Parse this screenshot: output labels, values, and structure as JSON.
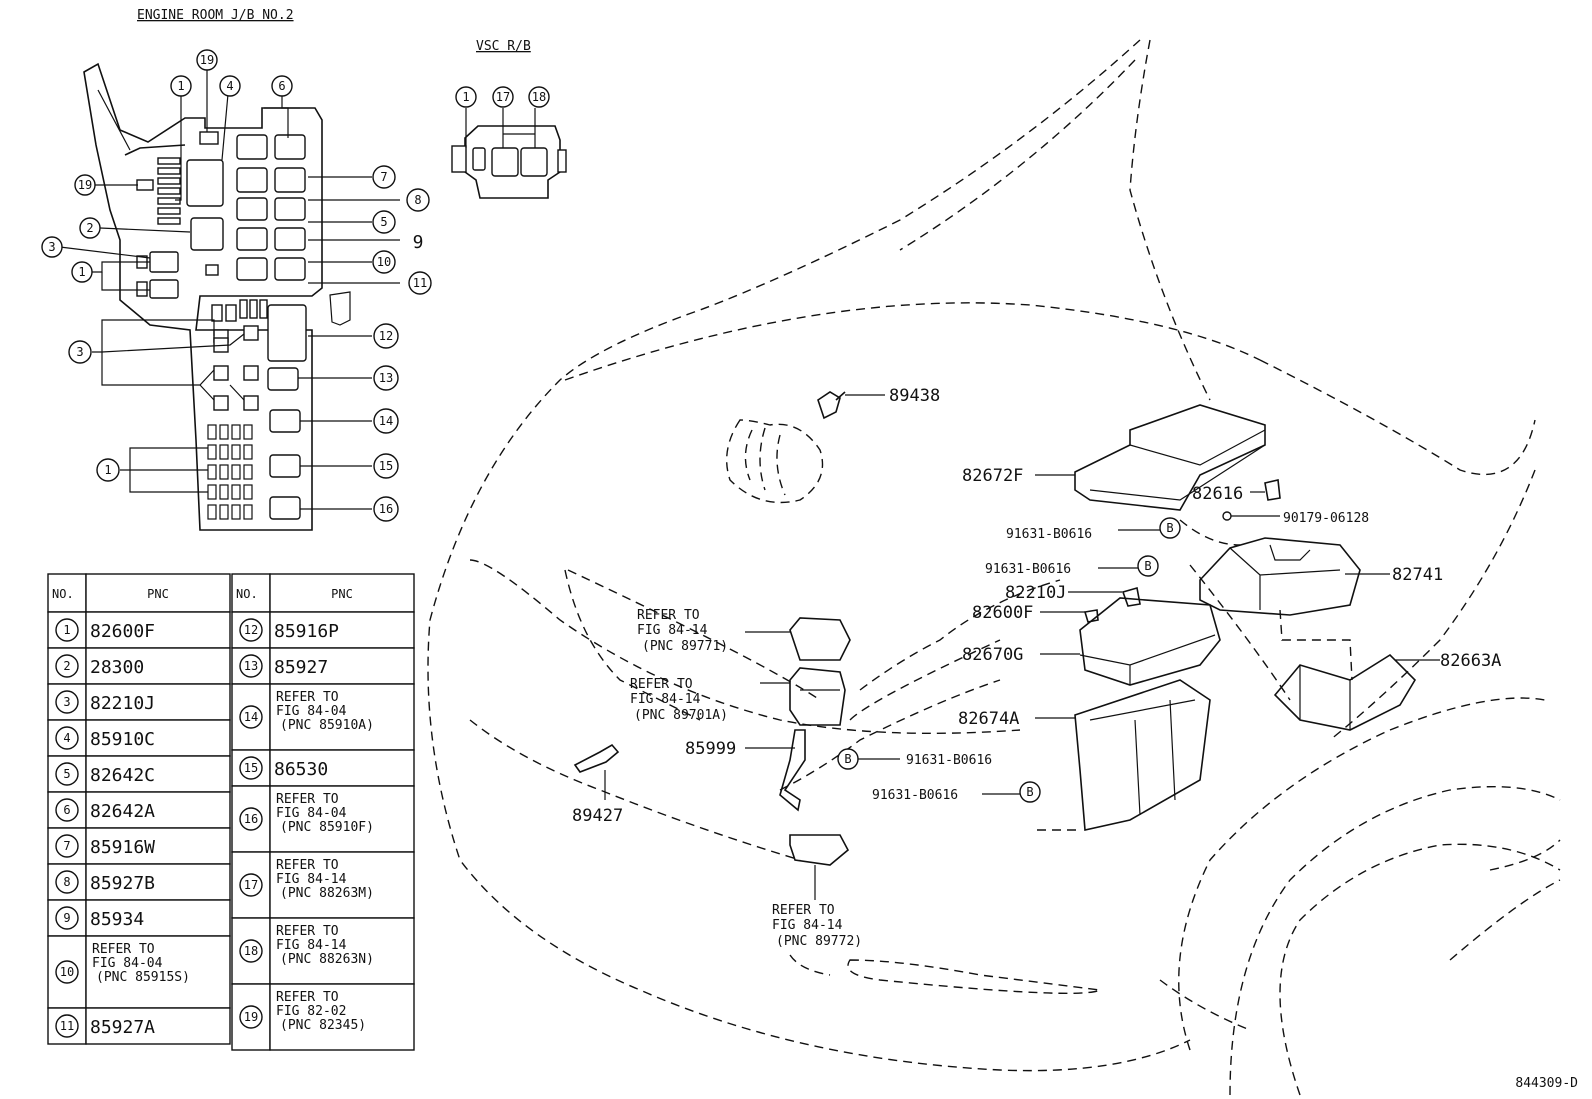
{
  "titles": {
    "engine_room_jb": "ENGINE ROOM J/B NO.2",
    "vsc_rb": "VSC R/B"
  },
  "table": {
    "header_no": "NO.",
    "header_pnc": "PNC",
    "rows": [
      {
        "no": "1",
        "pnc": "82600F"
      },
      {
        "no": "2",
        "pnc": "28300"
      },
      {
        "no": "3",
        "pnc": "82210J"
      },
      {
        "no": "4",
        "pnc": "85910C"
      },
      {
        "no": "5",
        "pnc": "82642C"
      },
      {
        "no": "6",
        "pnc": "82642A"
      },
      {
        "no": "7",
        "pnc": "85916W"
      },
      {
        "no": "8",
        "pnc": "85927B"
      },
      {
        "no": "9",
        "pnc": "85934"
      },
      {
        "no": "10",
        "pnc": "REFER TO|FIG 84-04|(PNC 85915S)"
      },
      {
        "no": "11",
        "pnc": "85927A"
      },
      {
        "no": "12",
        "pnc": "85916P"
      },
      {
        "no": "13",
        "pnc": "85927"
      },
      {
        "no": "14",
        "pnc": "REFER TO|FIG 84-04|(PNC 85910A)"
      },
      {
        "no": "15",
        "pnc": "86530"
      },
      {
        "no": "16",
        "pnc": "REFER TO|FIG 84-04|(PNC 85910F)"
      },
      {
        "no": "17",
        "pnc": "REFER TO|FIG 84-14|(PNC 88263M)"
      },
      {
        "no": "18",
        "pnc": "REFER TO|FIG 84-14|(PNC 88263N)"
      },
      {
        "no": "19",
        "pnc": "REFER TO|FIG 82-02|(PNC 82345)"
      }
    ]
  },
  "callouts": [
    "1",
    "2",
    "3",
    "4",
    "5",
    "6",
    "7",
    "8",
    "9",
    "10",
    "11",
    "12",
    "13",
    "14",
    "15",
    "16",
    "17",
    "18",
    "19"
  ],
  "part_labels": {
    "p89438": "89438",
    "p82672F": "82672F",
    "p82616": "82616",
    "p90179": "90179-06128",
    "p91631a": "91631-B0616",
    "p91631b": "91631-B0616",
    "p91631c": "91631-B0616",
    "p91631d": "91631-B0616",
    "p82741": "82741",
    "p82210J": "82210J",
    "p82600F": "82600F",
    "p82670G": "82670G",
    "p82663A": "82663A",
    "p82674A": "82674A",
    "p85999": "85999",
    "p89427": "89427",
    "b": "B"
  },
  "refer_notes": {
    "r1": [
      "REFER TO",
      "FIG 84-14",
      "(PNC 89771)"
    ],
    "r2": [
      "REFER TO",
      "FIG 84-14",
      "(PNC 89701A)"
    ],
    "r3": [
      "REFER TO",
      "FIG 84-14",
      "(PNC 89772)"
    ]
  },
  "figure_code": "844309-D"
}
